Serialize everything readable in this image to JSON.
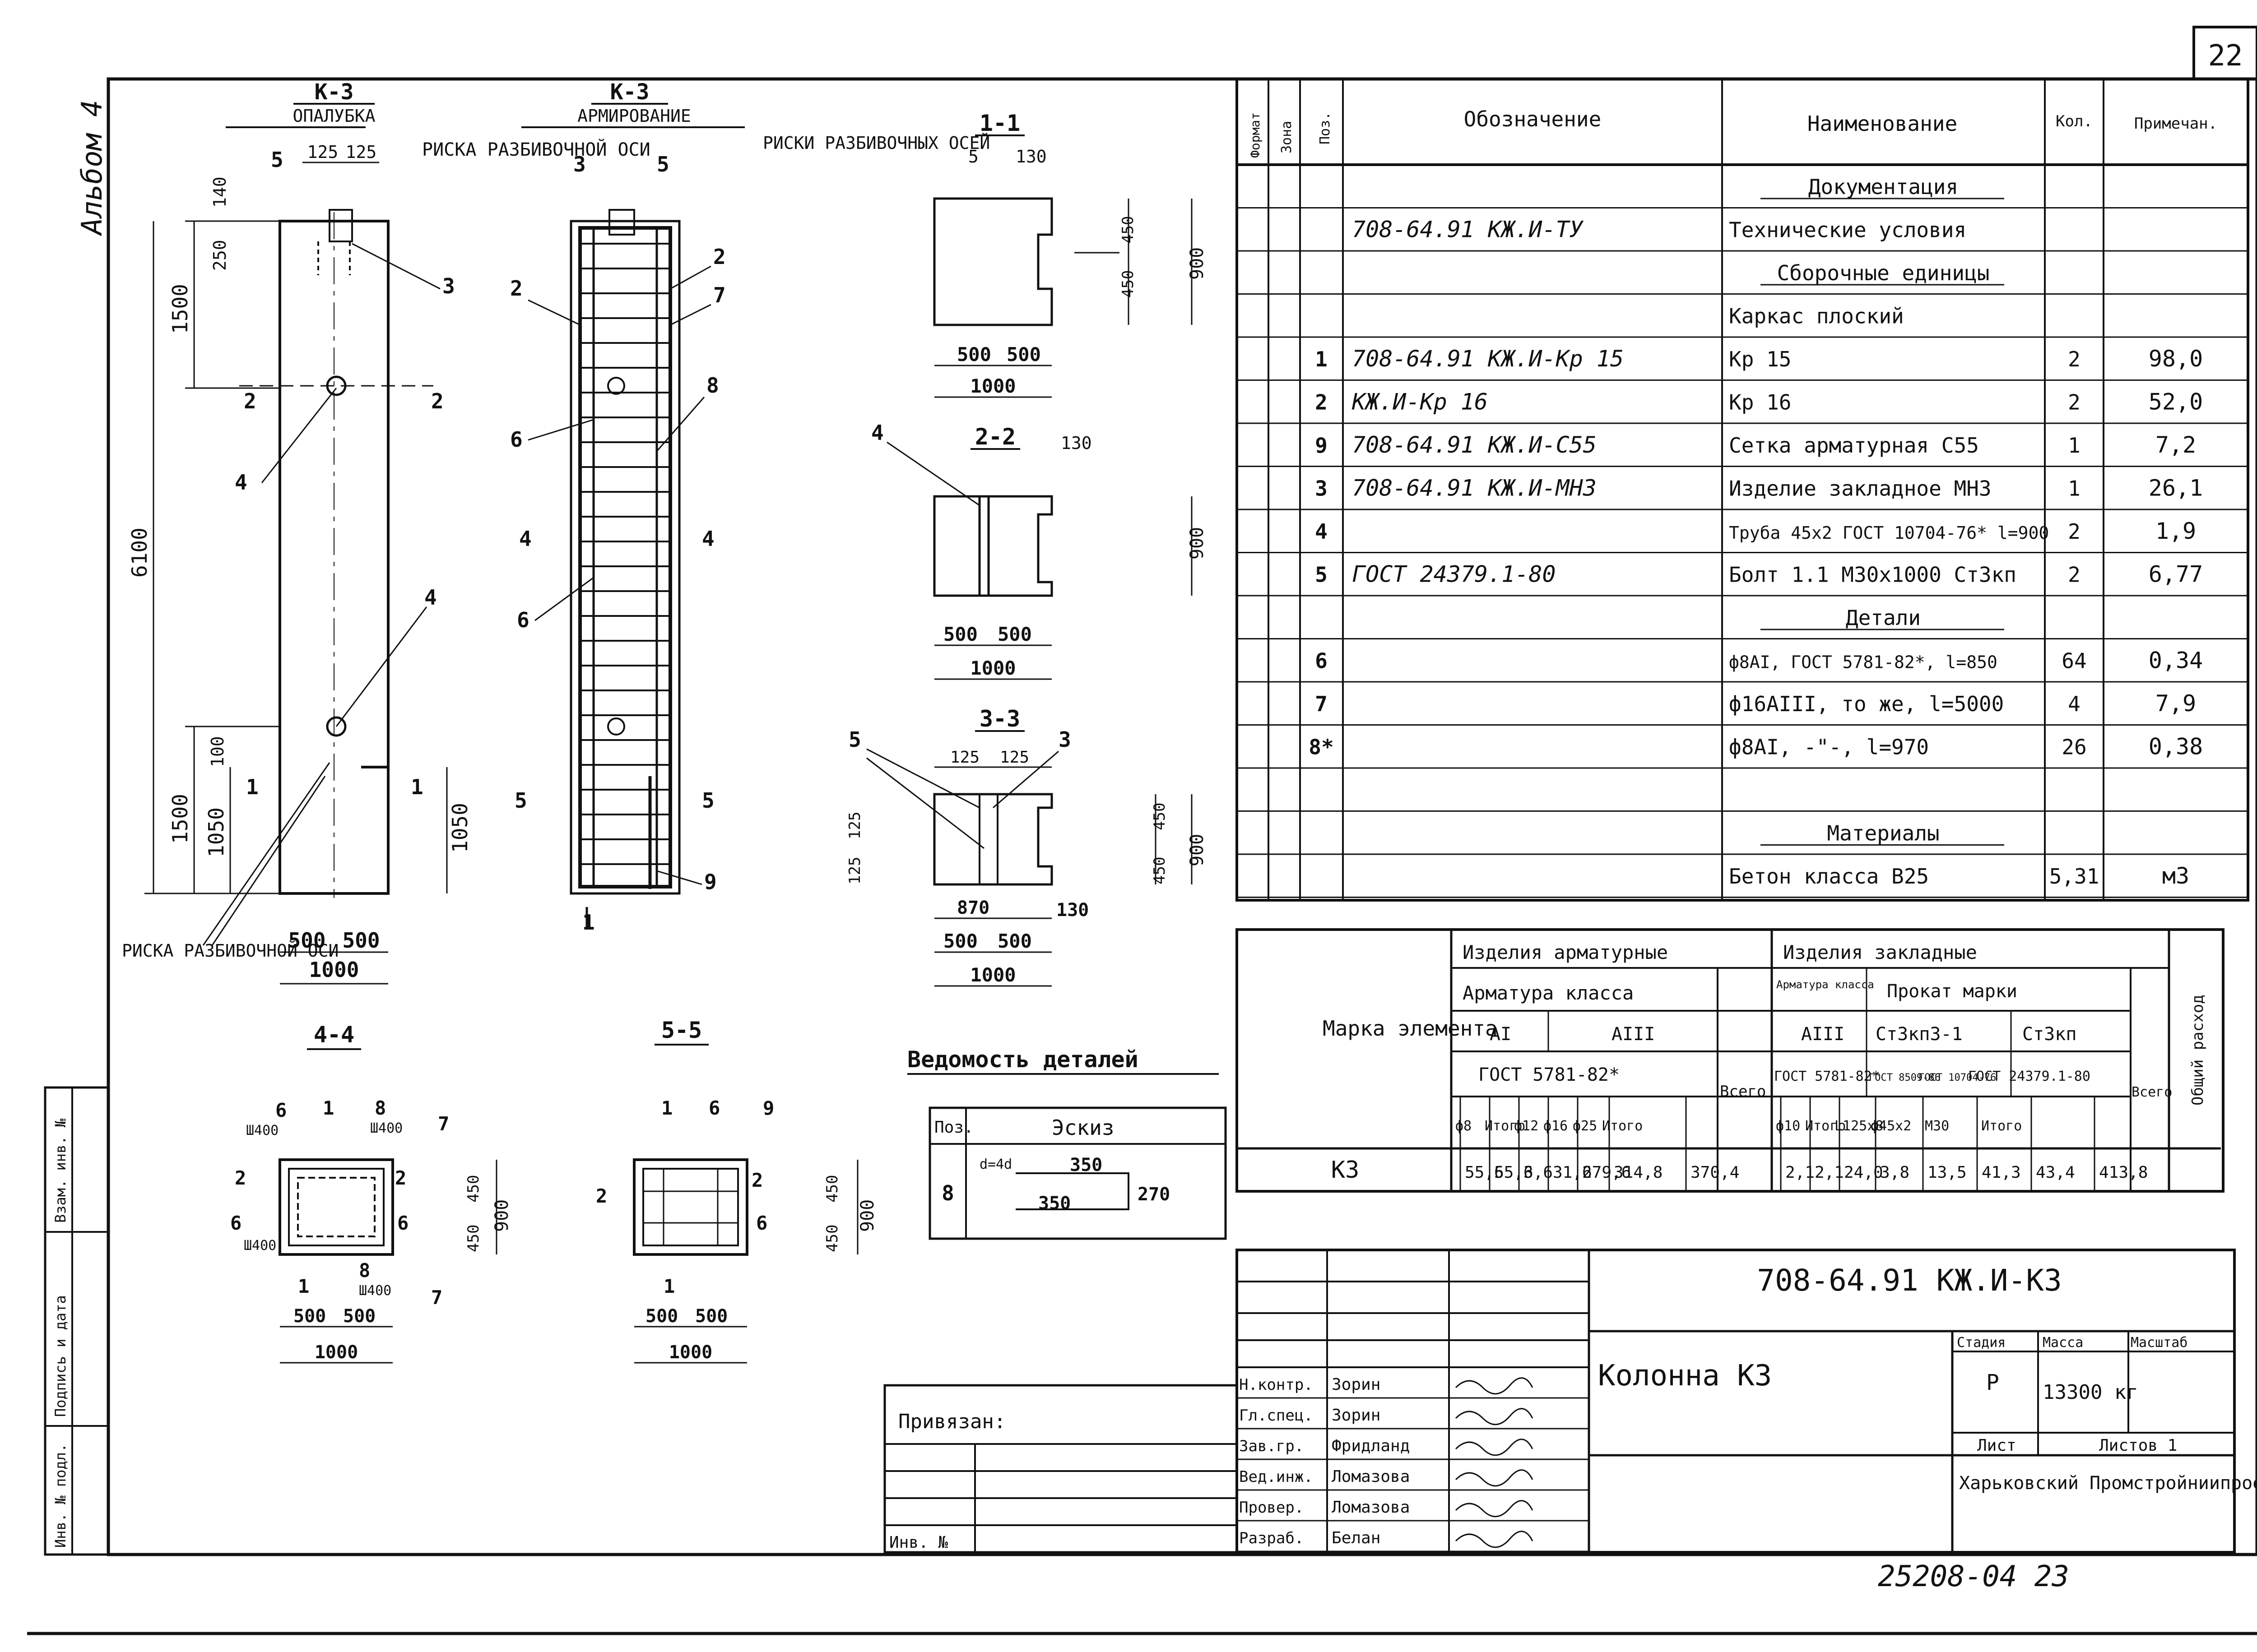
{
  "sheet": {
    "number": "22",
    "album": "Альбом 4",
    "footer_code": "25208-04 23"
  },
  "views": {
    "k3_formwork": {
      "title": "К-3",
      "subtitle": "ОПАЛУБКА",
      "risk_top": "РИСКА РАЗБИВОЧНОЙ ОСИ",
      "risk_bottom": "РИСКА РАЗБИВОЧНОЙ ОСИ"
    },
    "k3_reinforcement": {
      "title": "К-3",
      "subtitle": "АРМИРОВАНИЕ"
    },
    "s11": {
      "title": "1-1",
      "risk_label": "РИСКИ РАЗБИВОЧНЫХ ОСЕЙ"
    },
    "s22": {
      "title": "2-2"
    },
    "s33": {
      "title": "3-3"
    },
    "s44": {
      "title": "4-4"
    },
    "s55": {
      "title": "5-5"
    }
  },
  "dims": {
    "d125a": "125",
    "d125b": "125",
    "d140": "140",
    "d130": "130",
    "d250": "250",
    "d1500a": "1500",
    "d6100": "6100",
    "d1500b": "1500",
    "d1050a": "1050",
    "d1050b": "1050",
    "d100": "100",
    "d500a": "500",
    "d500b": "500",
    "d1000": "1000",
    "d900": "900",
    "d450a": "450",
    "d450b": "450",
    "d5": "5",
    "d870": "870",
    "d270": "270",
    "d350a": "350",
    "d350b": "350",
    "sh400": "Ш400"
  },
  "callouts": {
    "c1": "1",
    "c2": "2",
    "c3": "3",
    "c4": "4",
    "c5": "5",
    "c6": "6",
    "c7": "7",
    "c8": "8",
    "c9": "9"
  },
  "spec": {
    "headers": [
      "Формат",
      "Зона",
      "Поз.",
      "Обозначение",
      "Наименование",
      "Кол.",
      "Примечан."
    ],
    "rows": [
      {
        "pos": "",
        "code": "",
        "name": "Документация",
        "qty": "",
        "note": "",
        "underline": true
      },
      {
        "pos": "",
        "code": "708-64.91 КЖ.И-ТУ",
        "name": "Технические условия",
        "qty": "",
        "note": ""
      },
      {
        "pos": "",
        "code": "",
        "name": "Сборочные единицы",
        "qty": "",
        "note": "",
        "underline": true
      },
      {
        "pos": "",
        "code": "",
        "name": "Каркас плоский",
        "qty": "",
        "note": ""
      },
      {
        "pos": "1",
        "code": "708-64.91   КЖ.И-Кр 15",
        "name": "Кр 15",
        "qty": "2",
        "note": "98,0"
      },
      {
        "pos": "2",
        "code": "КЖ.И-Кр 16",
        "name": "Кр 16",
        "qty": "2",
        "note": "52,0"
      },
      {
        "pos": "9",
        "code": "708-64.91   КЖ.И-С55",
        "name": "Сетка арматурная С55",
        "qty": "1",
        "note": "7,2"
      },
      {
        "pos": "3",
        "code": "708-64.91   КЖ.И-МН3",
        "name": "Изделие закладное   МН3",
        "qty": "1",
        "note": "26,1"
      },
      {
        "pos": "4",
        "code": "",
        "name": "Труба 45х2 ГОСТ 10704-76* l=900",
        "qty": "2",
        "note": "1,9"
      },
      {
        "pos": "5",
        "code": "ГОСТ 24379.1-80",
        "name": "Болт 1.1 М30х1000 Ст3кп",
        "qty": "2",
        "note": "6,77"
      },
      {
        "pos": "",
        "code": "",
        "name": "Детали",
        "qty": "",
        "note": "",
        "underline": true
      },
      {
        "pos": "6",
        "code": "",
        "name": "ф8АI, ГОСТ 5781-82*, l=850",
        "qty": "64",
        "note": "0,34"
      },
      {
        "pos": "7",
        "code": "",
        "name": "ф16АIII, то же, l=5000",
        "qty": "4",
        "note": "7,9"
      },
      {
        "pos": "8*",
        "code": "",
        "name": "ф8АI, -\"-, l=970",
        "qty": "26",
        "note": "0,38"
      },
      {
        "pos": "",
        "code": "",
        "name": "",
        "qty": "",
        "note": ""
      },
      {
        "pos": "",
        "code": "",
        "name": "Материалы",
        "qty": "",
        "note": "",
        "underline": true
      },
      {
        "pos": "",
        "code": "",
        "name": "Бетон класса В25",
        "qty": "5,31",
        "note": "м3"
      }
    ]
  },
  "consumption": {
    "element_label": "Марка элемента",
    "group_a": "Изделия арматурные",
    "group_b": "Изделия закладные",
    "rebar_class": "Арматура класса",
    "emb_rebar_class": "Арматура класса",
    "rolled": "Прокат марки",
    "class_ai": "АI",
    "class_aiii": "АIII",
    "class_aiii_b": "АIII",
    "st3kp3": "Ст3кп3-1",
    "st3kp": "Ст3кп",
    "gost_a": "ГОСТ 5781-82*",
    "gost_b": "ГОСТ 5781-82*",
    "gost_c": "ГОСТ 8509-86",
    "gost_d": "ГОСТ 10704-76",
    "gost_e": "ГОСТ 24379.1-80",
    "total": "Всего",
    "total_b": "Всего",
    "overall": "Общий расход",
    "cols": [
      "ф8",
      "Итого",
      "ф12",
      "ф16",
      "ф25",
      "Итого",
      "ф10",
      "Итого",
      "L125х8",
      "ф45х2",
      "М30",
      "Итого"
    ],
    "mark": "К3",
    "values": [
      "55,6",
      "55,6",
      "3,6",
      "31,6",
      "279,6",
      "314,8",
      "370,4",
      "2,1",
      "2,1",
      "24,0",
      "3,8",
      "13,5",
      "41,3",
      "43,4",
      "413,8"
    ]
  },
  "details_sheet": {
    "title": "Ведомость деталей",
    "pos_header": "Поз.",
    "sketch_header": "Эскиз",
    "pos": "8",
    "dim1": "350",
    "dim2": "350",
    "dim3": "270",
    "note": "d=4d"
  },
  "title_block": {
    "designation": "708-64.91   КЖ.И-К3",
    "name": "Колонна К3",
    "stage_h": "Стадия",
    "mass_h": "Масса",
    "scale_h": "Масштаб",
    "stage": "Р",
    "mass": "13300 кг",
    "sheet_h": "Лист",
    "sheets_h": "Листов 1",
    "org": "Харьковский Промстройниипроект",
    "bound": "Привязан:",
    "inv": "Инв. №",
    "people": [
      {
        "role": "Н.контр.",
        "name": "Зорин"
      },
      {
        "role": "Гл.спец.",
        "name": "Зорин"
      },
      {
        "role": "Зав.гр.",
        "name": "Фридланд"
      },
      {
        "role": "Вед.инж.",
        "name": "Ломазова"
      },
      {
        "role": "Провер.",
        "name": "Ломазова"
      },
      {
        "role": "Разраб.",
        "name": "Белан"
      }
    ]
  },
  "side_stamp": [
    "Инв. № подл.",
    "Подпись и дата",
    "Взам. инв. №"
  ]
}
